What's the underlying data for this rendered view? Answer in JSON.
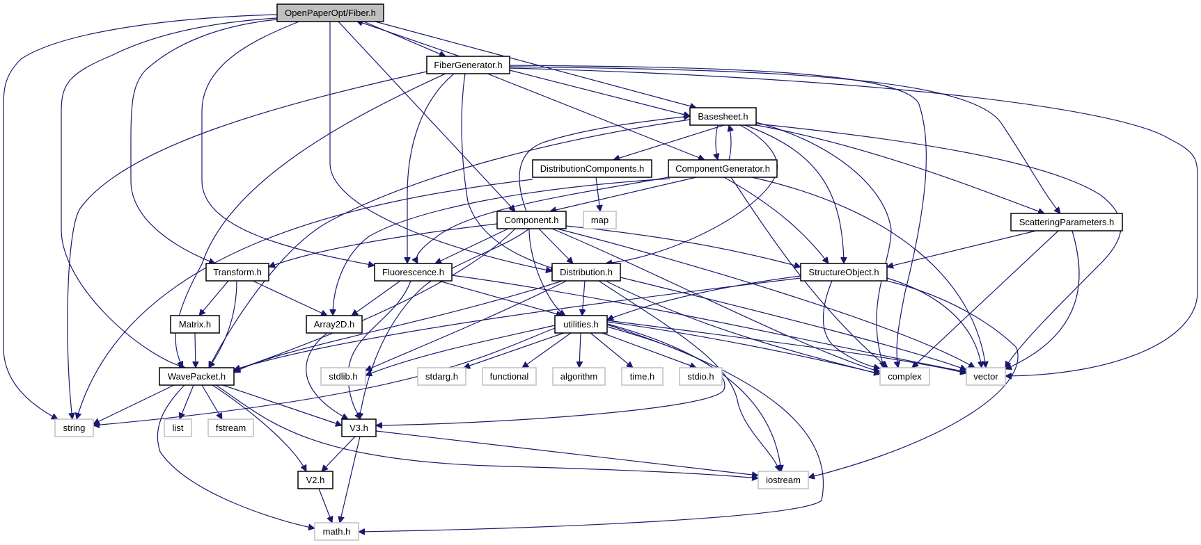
{
  "diagram": {
    "type": "include-dependency-graph",
    "root": "fiber",
    "edge_color": "#191970",
    "colors": {
      "root_fill": "#bfbfbf",
      "node_border": "#000000",
      "external_border": "#bfbfbf",
      "node_fill": "#ffffff"
    },
    "nodes": [
      {
        "id": "fiber",
        "label": "OpenPaperOpt/Fiber.h",
        "kind": "root"
      },
      {
        "id": "fibergen",
        "label": "FiberGenerator.h",
        "kind": "doc"
      },
      {
        "id": "basesheet",
        "label": "Basesheet.h",
        "kind": "doc"
      },
      {
        "id": "distcomp",
        "label": "DistributionComponents.h",
        "kind": "doc"
      },
      {
        "id": "compgen",
        "label": "ComponentGenerator.h",
        "kind": "doc"
      },
      {
        "id": "component",
        "label": "Component.h",
        "kind": "doc"
      },
      {
        "id": "map",
        "label": "map",
        "kind": "ext"
      },
      {
        "id": "scatter",
        "label": "ScatteringParameters.h",
        "kind": "doc"
      },
      {
        "id": "transform",
        "label": "Transform.h",
        "kind": "doc"
      },
      {
        "id": "fluor",
        "label": "Fluorescence.h",
        "kind": "doc"
      },
      {
        "id": "distribution",
        "label": "Distribution.h",
        "kind": "doc"
      },
      {
        "id": "structobj",
        "label": "StructureObject.h",
        "kind": "doc"
      },
      {
        "id": "matrix",
        "label": "Matrix.h",
        "kind": "doc"
      },
      {
        "id": "array2d",
        "label": "Array2D.h",
        "kind": "doc"
      },
      {
        "id": "utilities",
        "label": "utilities.h",
        "kind": "doc"
      },
      {
        "id": "wavepacket",
        "label": "WavePacket.h",
        "kind": "doc"
      },
      {
        "id": "stdlib",
        "label": "stdlib.h",
        "kind": "ext"
      },
      {
        "id": "stdarg",
        "label": "stdarg.h",
        "kind": "ext"
      },
      {
        "id": "functional",
        "label": "functional",
        "kind": "ext"
      },
      {
        "id": "algorithm",
        "label": "algorithm",
        "kind": "ext"
      },
      {
        "id": "time",
        "label": "time.h",
        "kind": "ext"
      },
      {
        "id": "stdio",
        "label": "stdio.h",
        "kind": "ext"
      },
      {
        "id": "complex",
        "label": "complex",
        "kind": "ext"
      },
      {
        "id": "vector",
        "label": "vector",
        "kind": "ext"
      },
      {
        "id": "string",
        "label": "string",
        "kind": "ext"
      },
      {
        "id": "list",
        "label": "list",
        "kind": "ext"
      },
      {
        "id": "fstream",
        "label": "fstream",
        "kind": "ext"
      },
      {
        "id": "v3",
        "label": "V3.h",
        "kind": "doc"
      },
      {
        "id": "v2",
        "label": "V2.h",
        "kind": "doc"
      },
      {
        "id": "iostream",
        "label": "iostream",
        "kind": "ext"
      },
      {
        "id": "math",
        "label": "math.h",
        "kind": "ext"
      }
    ],
    "edges": [
      [
        "fiber",
        "string"
      ],
      [
        "fiber",
        "wavepacket"
      ],
      [
        "fiber",
        "transform"
      ],
      [
        "fiber",
        "fluor"
      ],
      [
        "fiber",
        "distribution"
      ],
      [
        "fiber",
        "component"
      ],
      [
        "fiber",
        "fibergen"
      ],
      [
        "fiber",
        "basesheet"
      ],
      [
        "fibergen",
        "fiber"
      ],
      [
        "fibergen",
        "string"
      ],
      [
        "fibergen",
        "wavepacket"
      ],
      [
        "fibergen",
        "fluor"
      ],
      [
        "fibergen",
        "distribution"
      ],
      [
        "fibergen",
        "basesheet"
      ],
      [
        "fibergen",
        "compgen"
      ],
      [
        "fibergen",
        "complex"
      ],
      [
        "fibergen",
        "scatter"
      ],
      [
        "fibergen",
        "vector"
      ],
      [
        "basesheet",
        "distcomp"
      ],
      [
        "basesheet",
        "compgen"
      ],
      [
        "basesheet",
        "wavepacket"
      ],
      [
        "basesheet",
        "distribution"
      ],
      [
        "basesheet",
        "structobj"
      ],
      [
        "basesheet",
        "complex"
      ],
      [
        "basesheet",
        "scatter"
      ],
      [
        "basesheet",
        "vector"
      ],
      [
        "distcomp",
        "map"
      ],
      [
        "distcomp",
        "string"
      ],
      [
        "compgen",
        "basesheet"
      ],
      [
        "compgen",
        "component"
      ],
      [
        "compgen",
        "fluor"
      ],
      [
        "compgen",
        "array2d"
      ],
      [
        "compgen",
        "structobj"
      ],
      [
        "compgen",
        "complex"
      ],
      [
        "compgen",
        "vector"
      ],
      [
        "component",
        "basesheet"
      ],
      [
        "component",
        "transform"
      ],
      [
        "component",
        "fluor"
      ],
      [
        "component",
        "distribution"
      ],
      [
        "component",
        "structobj"
      ],
      [
        "component",
        "utilities"
      ],
      [
        "component",
        "wavepacket"
      ],
      [
        "component",
        "v3"
      ],
      [
        "component",
        "complex"
      ],
      [
        "component",
        "vector"
      ],
      [
        "scatter",
        "structobj"
      ],
      [
        "scatter",
        "complex"
      ],
      [
        "scatter",
        "vector"
      ],
      [
        "transform",
        "matrix"
      ],
      [
        "transform",
        "wavepacket"
      ],
      [
        "transform",
        "array2d"
      ],
      [
        "fluor",
        "array2d"
      ],
      [
        "fluor",
        "utilities"
      ],
      [
        "fluor",
        "v3"
      ],
      [
        "fluor",
        "vector"
      ],
      [
        "distribution",
        "utilities"
      ],
      [
        "distribution",
        "wavepacket"
      ],
      [
        "distribution",
        "stdlib"
      ],
      [
        "distribution",
        "complex"
      ],
      [
        "distribution",
        "vector"
      ],
      [
        "distribution",
        "iostream"
      ],
      [
        "structobj",
        "utilities"
      ],
      [
        "structobj",
        "wavepacket"
      ],
      [
        "structobj",
        "complex"
      ],
      [
        "structobj",
        "vector"
      ],
      [
        "structobj",
        "iostream"
      ],
      [
        "matrix",
        "wavepacket"
      ],
      [
        "array2d",
        "v3"
      ],
      [
        "utilities",
        "stdlib"
      ],
      [
        "utilities",
        "stdarg"
      ],
      [
        "utilities",
        "functional"
      ],
      [
        "utilities",
        "algorithm"
      ],
      [
        "utilities",
        "time"
      ],
      [
        "utilities",
        "stdio"
      ],
      [
        "utilities",
        "string"
      ],
      [
        "utilities",
        "v3"
      ],
      [
        "utilities",
        "complex"
      ],
      [
        "utilities",
        "vector"
      ],
      [
        "utilities",
        "iostream"
      ],
      [
        "utilities",
        "math"
      ],
      [
        "wavepacket",
        "string"
      ],
      [
        "wavepacket",
        "list"
      ],
      [
        "wavepacket",
        "fstream"
      ],
      [
        "wavepacket",
        "v3"
      ],
      [
        "wavepacket",
        "v2"
      ],
      [
        "wavepacket",
        "math"
      ],
      [
        "wavepacket",
        "iostream"
      ],
      [
        "v3",
        "v2"
      ],
      [
        "v3",
        "math"
      ],
      [
        "v3",
        "iostream"
      ],
      [
        "v2",
        "math"
      ]
    ]
  }
}
